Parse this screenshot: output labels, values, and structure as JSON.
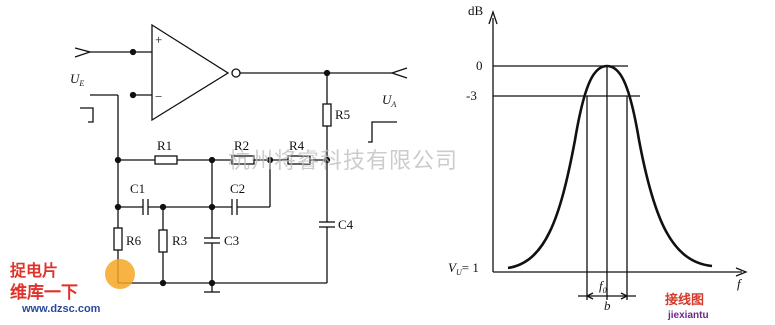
{
  "circuit": {
    "plus": "+",
    "minus": "−",
    "input_label": "U",
    "input_sub": "E",
    "output_label": "U",
    "output_sub": "A",
    "resistors": [
      "R1",
      "R2",
      "R3",
      "R4",
      "R5",
      "R6"
    ],
    "capacitors": [
      "C1",
      "C2",
      "C3",
      "C4"
    ]
  },
  "response": {
    "y_unit": "dB",
    "y_ticks": [
      "0",
      "-3"
    ],
    "vu_label": "V",
    "vu_sub": "U",
    "vu_value": "= 1",
    "x_axis_label": "f",
    "center_freq": "f",
    "center_sub": "0",
    "bandwidth": "b"
  },
  "watermark": "杭州将睿科技有限公司",
  "logos": {
    "left_top": "捉电片",
    "left_mid": "维库一下",
    "left_url": "www.dzsc.com",
    "right_top": "接线图",
    "right_url": "jiexiantu"
  }
}
